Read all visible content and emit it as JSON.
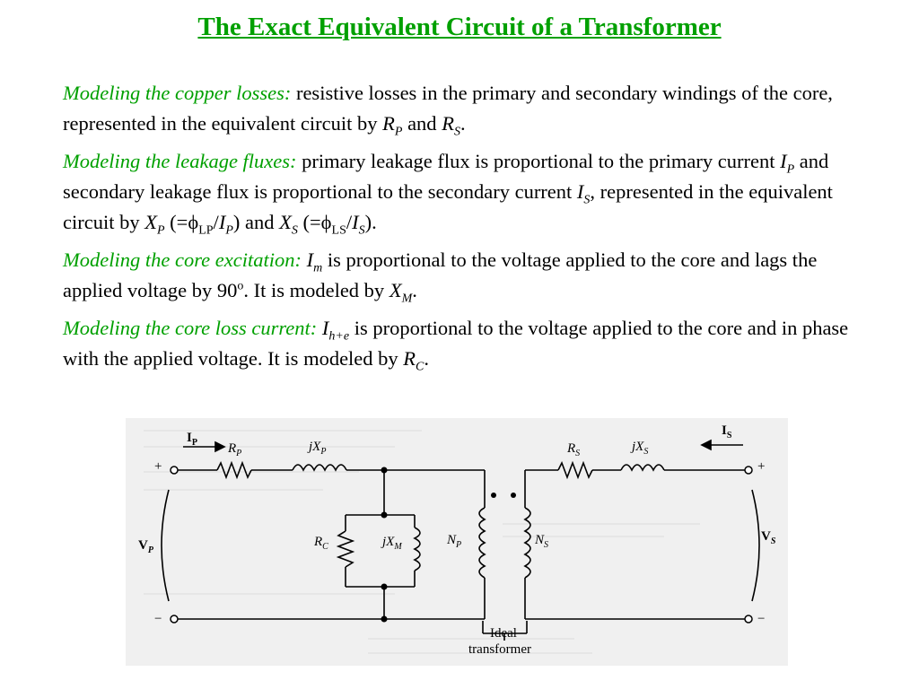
{
  "title": "The Exact Equivalent Circuit of a Transformer",
  "paragraphs": {
    "copper": {
      "lead": "Modeling the copper losses:",
      "t1": " resistive losses in the primary and secondary windings of the core, represented in the equivalent circuit by ",
      "rp": "R",
      "rp_sub": "P",
      "t2": " and ",
      "rs": "R",
      "rs_sub": "S",
      "t3": "."
    },
    "leakage": {
      "lead": "Modeling the leakage fluxes:",
      "t1": " primary leakage flux is proportional to the primary current ",
      "ip": "I",
      "ip_sub": "P",
      "t2": " and secondary leakage flux is proportional to the secondary current ",
      "is": "I",
      "is_sub": "S",
      "t3": ", represented in the equivalent circuit by ",
      "xp": "X",
      "xp_sub": "P",
      "t4": " (=ϕ",
      "lp_sub": "LP",
      "t5": "/",
      "ip2": "I",
      "ip2_sub": "P",
      "t6": ") and ",
      "xs": "X",
      "xs_sub": "S",
      "t7": " (=ϕ",
      "ls_sub": "LS",
      "t8": "/",
      "is2": "I",
      "is2_sub": "S",
      "t9": ")."
    },
    "excitation": {
      "lead": "Modeling the core excitation:",
      "im": "I",
      "im_sub": "m",
      "t1": " is proportional to the voltage applied to the core and lags the applied voltage by 90",
      "deg": "o",
      "t2": ". It is modeled by ",
      "xm": "X",
      "xm_sub": "M",
      "t3": "."
    },
    "coreloss": {
      "lead": "Modeling the core loss current:",
      "ihe": "I",
      "ihe_sub": "h+e",
      "t1": " is proportional to the voltage applied to the core and in phase with the applied voltage. It is modeled by ",
      "rc": "R",
      "rc_sub": "C",
      "t2": "."
    }
  },
  "circuit": {
    "ip": "I",
    "ip_sub": "P",
    "rp": "R",
    "rp_sub": "P",
    "jxp": "jX",
    "jxp_sub": "P",
    "rs": "R",
    "rs_sub": "S",
    "jxs": "jX",
    "jxs_sub": "S",
    "is": "I",
    "is_sub": "S",
    "plus": "+",
    "minus": "−",
    "vp": "V",
    "vp_sub": "P",
    "vs": "V",
    "vs_sub": "S",
    "rc": "R",
    "rc_sub": "C",
    "jxm": "jX",
    "jxm_sub": "M",
    "np": "N",
    "np_sub": "P",
    "ns": "N",
    "ns_sub": "S",
    "ideal_line1": "Ideal",
    "ideal_line2": "transformer"
  }
}
